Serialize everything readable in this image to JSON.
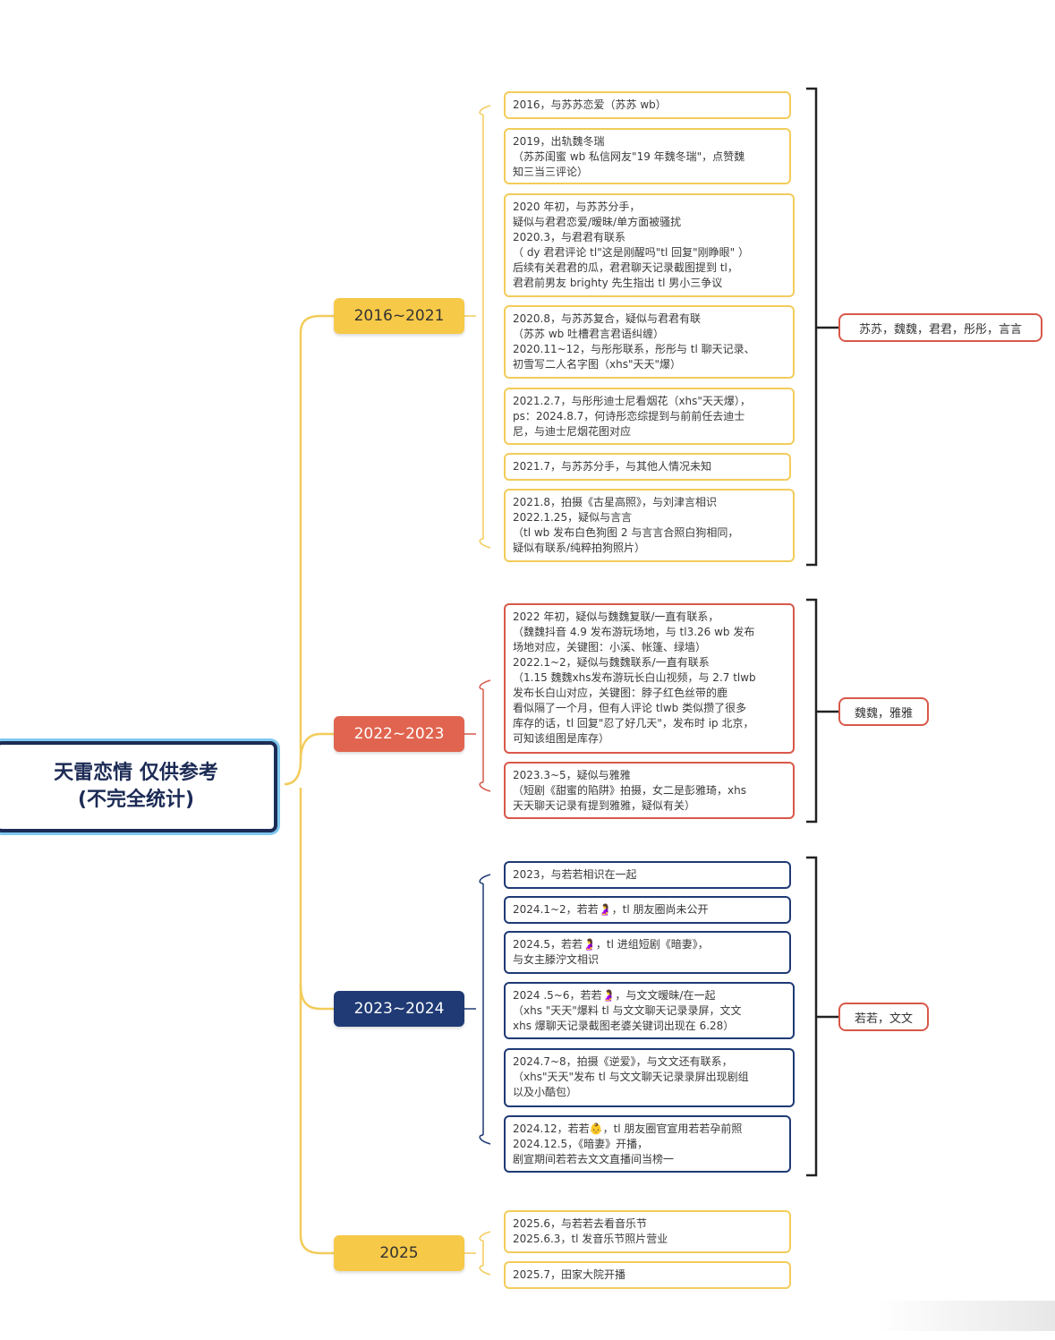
{
  "root": {
    "title_line1": "天雷恋情  仅供参考",
    "title_line2": "(不完全统计)"
  },
  "branches": [
    {
      "label": "2016~2021",
      "color": "#f7c948",
      "text_color": "#333333",
      "tag": "苏苏，魏魏，君君，彤彤，言言",
      "items": [
        {
          "lines": [
            "2016，与苏苏恋爱（苏苏 wb）"
          ]
        },
        {
          "lines": [
            "2019，出轨魏冬瑞",
            "（苏苏闺蜜 wb 私信网友\"19 年魏冬瑞\"，点赞魏",
            "知三当三评论）"
          ]
        },
        {
          "lines": [
            "2020 年初，与苏苏分手，",
            "疑似与君君恋爱/暧昧/单方面被骚扰",
            "2020.3，与君君有联系",
            "（ dy 君君评论 tl\"这是刚醒吗\"tl 回复\"刚睁眼\" ）",
            "后续有关君君的瓜，君君聊天记录截图提到 tl，",
            "君君前男友 brighty 先生指出 tl 男小三争议"
          ]
        },
        {
          "lines": [
            "2020.8，与苏苏复合，疑似与君君有联",
            "（苏苏 wb 吐槽君言君语纠缠）",
            "2020.11~12，与彤彤联系，彤彤与 tl 聊天记录、",
            "初雪写二人名字图（xhs\"天天\"爆）"
          ]
        },
        {
          "lines": [
            "2021.2.7，与彤彤迪士尼看烟花（xhs\"天天爆），",
            "ps：2024.8.7，何诗彤恋综提到与前前任去迪士",
            "尼，与迪士尼烟花图对应"
          ]
        },
        {
          "lines": [
            "2021.7，与苏苏分手，与其他人情况未知"
          ]
        },
        {
          "lines": [
            "2021.8，拍摄《古星高照》，与刘津言相识",
            "2022.1.25，疑似与言言",
            "（tl wb 发布白色狗图 2 与言言合照白狗相同，",
            "疑似有联系/纯粹拍狗照片）"
          ]
        }
      ]
    },
    {
      "label": "2022~2023",
      "color": "#e0644f",
      "text_color": "#ffffff",
      "tag": "魏魏，雅雅",
      "items": [
        {
          "lines": [
            "2022 年初，疑似与魏魏复联/一直有联系，",
            "（魏魏抖音 4.9 发布游玩场地，与 tl3.26 wb 发布",
            "场地对应，关键图：小溪、帐篷、绿墙）",
            "2022.1~2，疑似与魏魏联系/一直有联系",
            "（1.15 魏魏xhs发布游玩长白山视频，与 2.7 tlwb",
            "发布长白山对应，关键图：脖子红色丝带的鹿",
            "看似隔了一个月，但有人评论 tlwb 类似攒了很多",
            "库存的话，tl 回复\"忍了好几天\"，发布时 ip 北京，",
            "可知该组图是库存）"
          ]
        },
        {
          "lines": [
            "2023.3~5，疑似与雅雅",
            "（短剧《甜蜜的陷阱》拍摄，女二是彭雅琦，xhs",
            "天天聊天记录有提到雅雅，疑似有关）"
          ]
        }
      ]
    },
    {
      "label": "2023~2024",
      "color": "#1f3a75",
      "text_color": "#ffffff",
      "tag": "若若，文文",
      "items": [
        {
          "lines": [
            "2023，与若若相识在一起"
          ]
        },
        {
          "lines": [
            "2024.1~2，若若🤰，tl 朋友圈尚未公开"
          ]
        },
        {
          "lines": [
            "2024.5，若若🤰，tl 进组短剧《暗妻》，",
            "与女主滕泞文相识"
          ]
        },
        {
          "lines": [
            "2024 .5~6，若若🤰，与文文暧昧/在一起",
            "（xhs \"天天\"爆料 tl 与文文聊天记录录屏，文文",
            "xhs 爆聊天记录截图老婆关键词出现在 6.28）"
          ]
        },
        {
          "lines": [
            "2024.7~8，拍摄《逆爱》，与文文还有联系，",
            "（xhs\"天天\"发布 tl 与文文聊天记录录屏出现剧组",
            "以及小酷包）"
          ]
        },
        {
          "lines": [
            "2024.12，若若👶，tl 朋友圈官宣用若若孕前照",
            "2024.12.5，《暗妻》开播，",
            "剧宣期间若若去文文直播间当榜一"
          ]
        }
      ]
    },
    {
      "label": "2025",
      "color": "#f7c948",
      "text_color": "#333333",
      "tag": "",
      "items": [
        {
          "lines": [
            "2025.6，与若若去看音乐节",
            "2025.6.3，tl 发音乐节照片营业"
          ]
        },
        {
          "lines": [
            "2025.7，田家大院开播"
          ]
        }
      ]
    }
  ]
}
